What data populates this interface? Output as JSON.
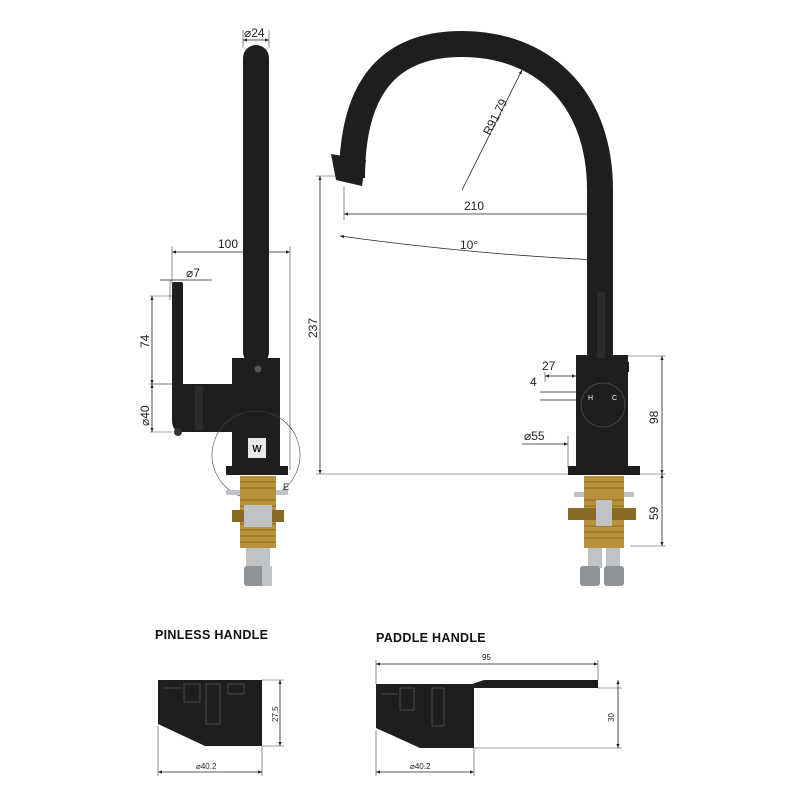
{
  "labels": {
    "side_tube_diameter": "⌀24",
    "side_handle_reach": "100",
    "side_pin_diameter": "⌀7",
    "side_handle_height": "74",
    "side_body_diameter": "⌀40",
    "detail_marker": "E",
    "front_radius": "R91.79",
    "front_spout_reach": "210",
    "front_spout_angle": "10°",
    "front_total_height": "237",
    "front_handle_offset": "27",
    "front_handle_gap": "4",
    "front_base_diameter": "⌀55",
    "front_body_height": "98",
    "front_shank_length": "59",
    "handle_H": "H",
    "handle_C": "C",
    "pinless_title": "PINLESS HANDLE",
    "pinless_height": "27.5",
    "pinless_diameter": "⌀40.2",
    "paddle_title": "PADDLE  HANDLE",
    "paddle_length": "95",
    "paddle_height": "30",
    "paddle_diameter": "⌀40.2"
  },
  "colors": {
    "finish": "#1e1e1e",
    "brass": "#b8923a",
    "steel": "#bfc3c7",
    "dimension_line": "#222222"
  }
}
